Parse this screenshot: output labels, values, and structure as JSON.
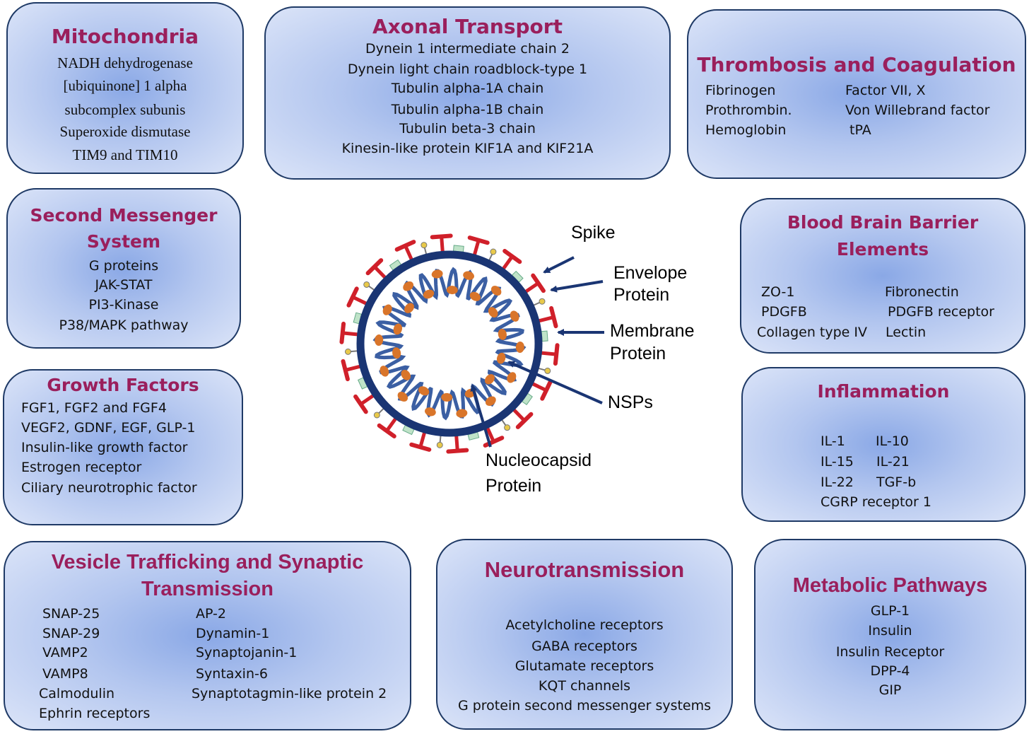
{
  "virus": {
    "labels": {
      "spike": "Spike",
      "envelope": [
        "Envelope",
        "Protein"
      ],
      "membrane": [
        "Membrane",
        "Protein"
      ],
      "nsps": "NSPs",
      "nucleocapsid": [
        "Nucleocapsid",
        "Protein"
      ]
    },
    "colors": {
      "membrane": "#1a3573",
      "spike": "#d0202a",
      "rna": "#3b5fa3",
      "nucleocapsid": "#d9752a"
    }
  },
  "boxes": {
    "mitochondria": {
      "title": "Mitochondria",
      "items": [
        "NADH dehydrogenase",
        "[ubiquinone] 1 alpha",
        "subcomplex subunis",
        "Superoxide dismutase",
        "TIM9 and TIM10"
      ]
    },
    "axonal": {
      "title": "Axonal Transport",
      "items": [
        "Dynein 1 intermediate chain 2",
        "Dynein light chain roadblock-type 1",
        "Tubulin alpha-1A chain",
        "Tubulin alpha-1B chain",
        "Tubulin beta-3 chain",
        "Kinesin-like protein KIF1A and KIF21A"
      ]
    },
    "thrombosis": {
      "title": "Thrombosis and Coagulation",
      "left": [
        "Fibrinogen",
        "Prothrombin.",
        "Hemoglobin"
      ],
      "right": [
        "Factor VII, X",
        "Von Willebrand factor",
        "tPA"
      ]
    },
    "second": {
      "title": [
        "Second Messenger",
        "System"
      ],
      "items": [
        "G proteins",
        "JAK-STAT",
        "PI3-Kinase",
        "P38/MAPK pathway"
      ]
    },
    "bbb": {
      "title": [
        "Blood Brain Barrier",
        "Elements"
      ],
      "left": [
        "ZO-1",
        "PDGFB",
        "Collagen type IV"
      ],
      "right": [
        "Fibronectin",
        "PDGFB receptor",
        "Lectin"
      ]
    },
    "growth": {
      "title": "Growth Factors",
      "items": [
        "FGF1, FGF2 and FGF4",
        "VEGF2, GDNF, EGF, GLP-1",
        "Insulin-like growth factor",
        "Estrogen receptor",
        "Ciliary neurotrophic factor"
      ]
    },
    "inflammation": {
      "title": "Inflammation",
      "left": [
        "IL-1",
        "IL-15",
        "IL-22"
      ],
      "right": [
        "IL-10",
        "IL-21",
        "TGF-b"
      ],
      "last": "CGRP receptor 1"
    },
    "vesicle": {
      "title": [
        "Vesicle Trafficking and Synaptic",
        "Transmission"
      ],
      "left": [
        "SNAP-25",
        "SNAP-29",
        "VAMP2",
        "VAMP8",
        "Calmodulin",
        "Ephrin receptors"
      ],
      "right": [
        "AP-2",
        "Dynamin-1",
        "Synaptojanin-1",
        "Syntaxin-6",
        "Synaptotagmin-like protein 2"
      ]
    },
    "neuro": {
      "title": "Neurotransmission",
      "items": [
        "Acetylcholine receptors",
        "GABA receptors",
        "Glutamate receptors",
        "KQT channels",
        "G protein second messenger systems"
      ]
    },
    "metabolic": {
      "title": "Metabolic Pathways",
      "items": [
        "GLP-1",
        "Insulin",
        "Insulin Receptor",
        "DPP-4",
        "GIP"
      ]
    }
  }
}
